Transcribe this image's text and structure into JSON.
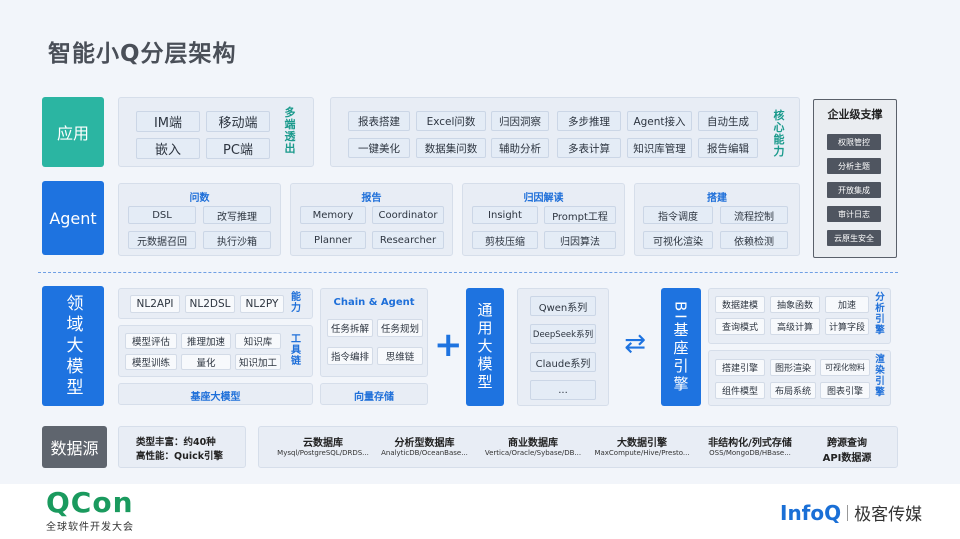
{
  "title": "智能小Q分层架构",
  "colors": {
    "teal": "#28b3a0",
    "blue": "#1e73e0",
    "gray": "#606770",
    "background": "#f2f5fa"
  },
  "rows": {
    "app": "应用",
    "agent": "Agent",
    "domain": "领域大模型",
    "datasource": "数据源"
  },
  "app": {
    "endpoints": [
      "IM端",
      "移动端",
      "嵌入",
      "PC端"
    ],
    "endpoints_label": "多端透出",
    "capabilities": [
      "报表搭建",
      "Excel问数",
      "归因洞察",
      "多步推理",
      "Agent接入",
      "自动生成",
      "一键美化",
      "数据集问数",
      "辅助分析",
      "多表计算",
      "知识库管理",
      "报告编辑"
    ],
    "capabilities_label": "核心能力"
  },
  "enterprise": {
    "title": "企业级支撑",
    "items": [
      "权限管控",
      "分析主题",
      "开放集成",
      "审计日志",
      "云原生安全"
    ]
  },
  "agent": {
    "groups": [
      {
        "title": "问数",
        "items": [
          "DSL",
          "改写推理",
          "元数据召回",
          "执行沙箱"
        ]
      },
      {
        "title": "报告",
        "items": [
          "Memory",
          "Coordinator",
          "Planner",
          "Researcher"
        ]
      },
      {
        "title": "归因解读",
        "items": [
          "Insight",
          "Prompt工程",
          "剪枝压缩",
          "归因算法"
        ]
      },
      {
        "title": "搭建",
        "items": [
          "指令调度",
          "流程控制",
          "可视化渲染",
          "依赖检测"
        ]
      }
    ]
  },
  "domain": {
    "abilities": [
      "NL2API",
      "NL2DSL",
      "NL2PY"
    ],
    "abilities_label": "能力",
    "tools": [
      "模型评估",
      "推理加速",
      "知识库",
      "模型训练",
      "量化",
      "知识加工"
    ],
    "tools_label": "工具链",
    "base_model": "基座大模型",
    "chain": {
      "title": "Chain & Agent",
      "items": [
        "任务拆解",
        "任务规划",
        "指令编排",
        "思维链"
      ]
    },
    "vector_store": "向量存储",
    "plus": "+",
    "general_llm": "通用大模型",
    "llms": [
      "Qwen系列",
      "DeepSeek系列",
      "Claude系列",
      "..."
    ],
    "arrow": "⇄",
    "bi_engine": "BI基座引擎",
    "analysis": {
      "items": [
        "数据建模",
        "抽象函数",
        "加速",
        "查询模式",
        "高级计算",
        "计算字段"
      ],
      "label": "分析引擎"
    },
    "render": {
      "items": [
        "搭建引擎",
        "图形渲染",
        "可视化物料",
        "组件模型",
        "布局系统",
        "图表引擎"
      ],
      "label": "渲染引擎"
    }
  },
  "datasource": {
    "summary": [
      "类型丰富：约40种",
      "高性能：Quick引擎"
    ],
    "groups": [
      {
        "title": "云数据库",
        "detail": "Mysql/PostgreSQL/DRDS..."
      },
      {
        "title": "分析型数据库",
        "detail": "AnalyticDB/OceanBase..."
      },
      {
        "title": "商业数据库",
        "detail": "Vertica/Oracle/Sybase/DB..."
      },
      {
        "title": "大数据引擎",
        "detail": "MaxCompute/Hive/Presto..."
      },
      {
        "title": "非结构化/列式存储",
        "detail": "OSS/MongoDB/HBase..."
      },
      {
        "title": "跨源查询",
        "detail": "API数据源"
      }
    ]
  },
  "footer": {
    "qcon": "QCon",
    "qcon_sub": "全球软件开发大会",
    "infoq": "InfoQ",
    "infoq_sub": "极客传媒"
  }
}
